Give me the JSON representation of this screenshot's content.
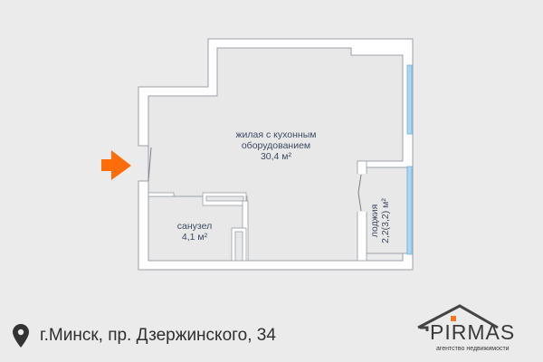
{
  "floorplan": {
    "rooms": [
      {
        "name": "жилая с кухонным оборудованием",
        "line1": "жилая с кухонным",
        "line2": "оборудованием",
        "area": "30,4 м²"
      },
      {
        "name": "санузел",
        "line1": "санузел",
        "area": "4,1 м²"
      },
      {
        "name": "лоджия",
        "line1": "лоджия",
        "area": "2,2(3,2) м²"
      }
    ],
    "entrance_arrow_color": "#ff6d0a",
    "window_color": "#a9d8f3",
    "wall_color": "#ffffff",
    "wall_outline_color": "#9aa0a8"
  },
  "address": {
    "icon": "map-pin-icon",
    "text": "г.Минск, пр. Дзержинского, 34"
  },
  "logo": {
    "name": "PIRMAS",
    "tagline": "агентство недвижимости",
    "accent_color": "#f07a2a"
  }
}
